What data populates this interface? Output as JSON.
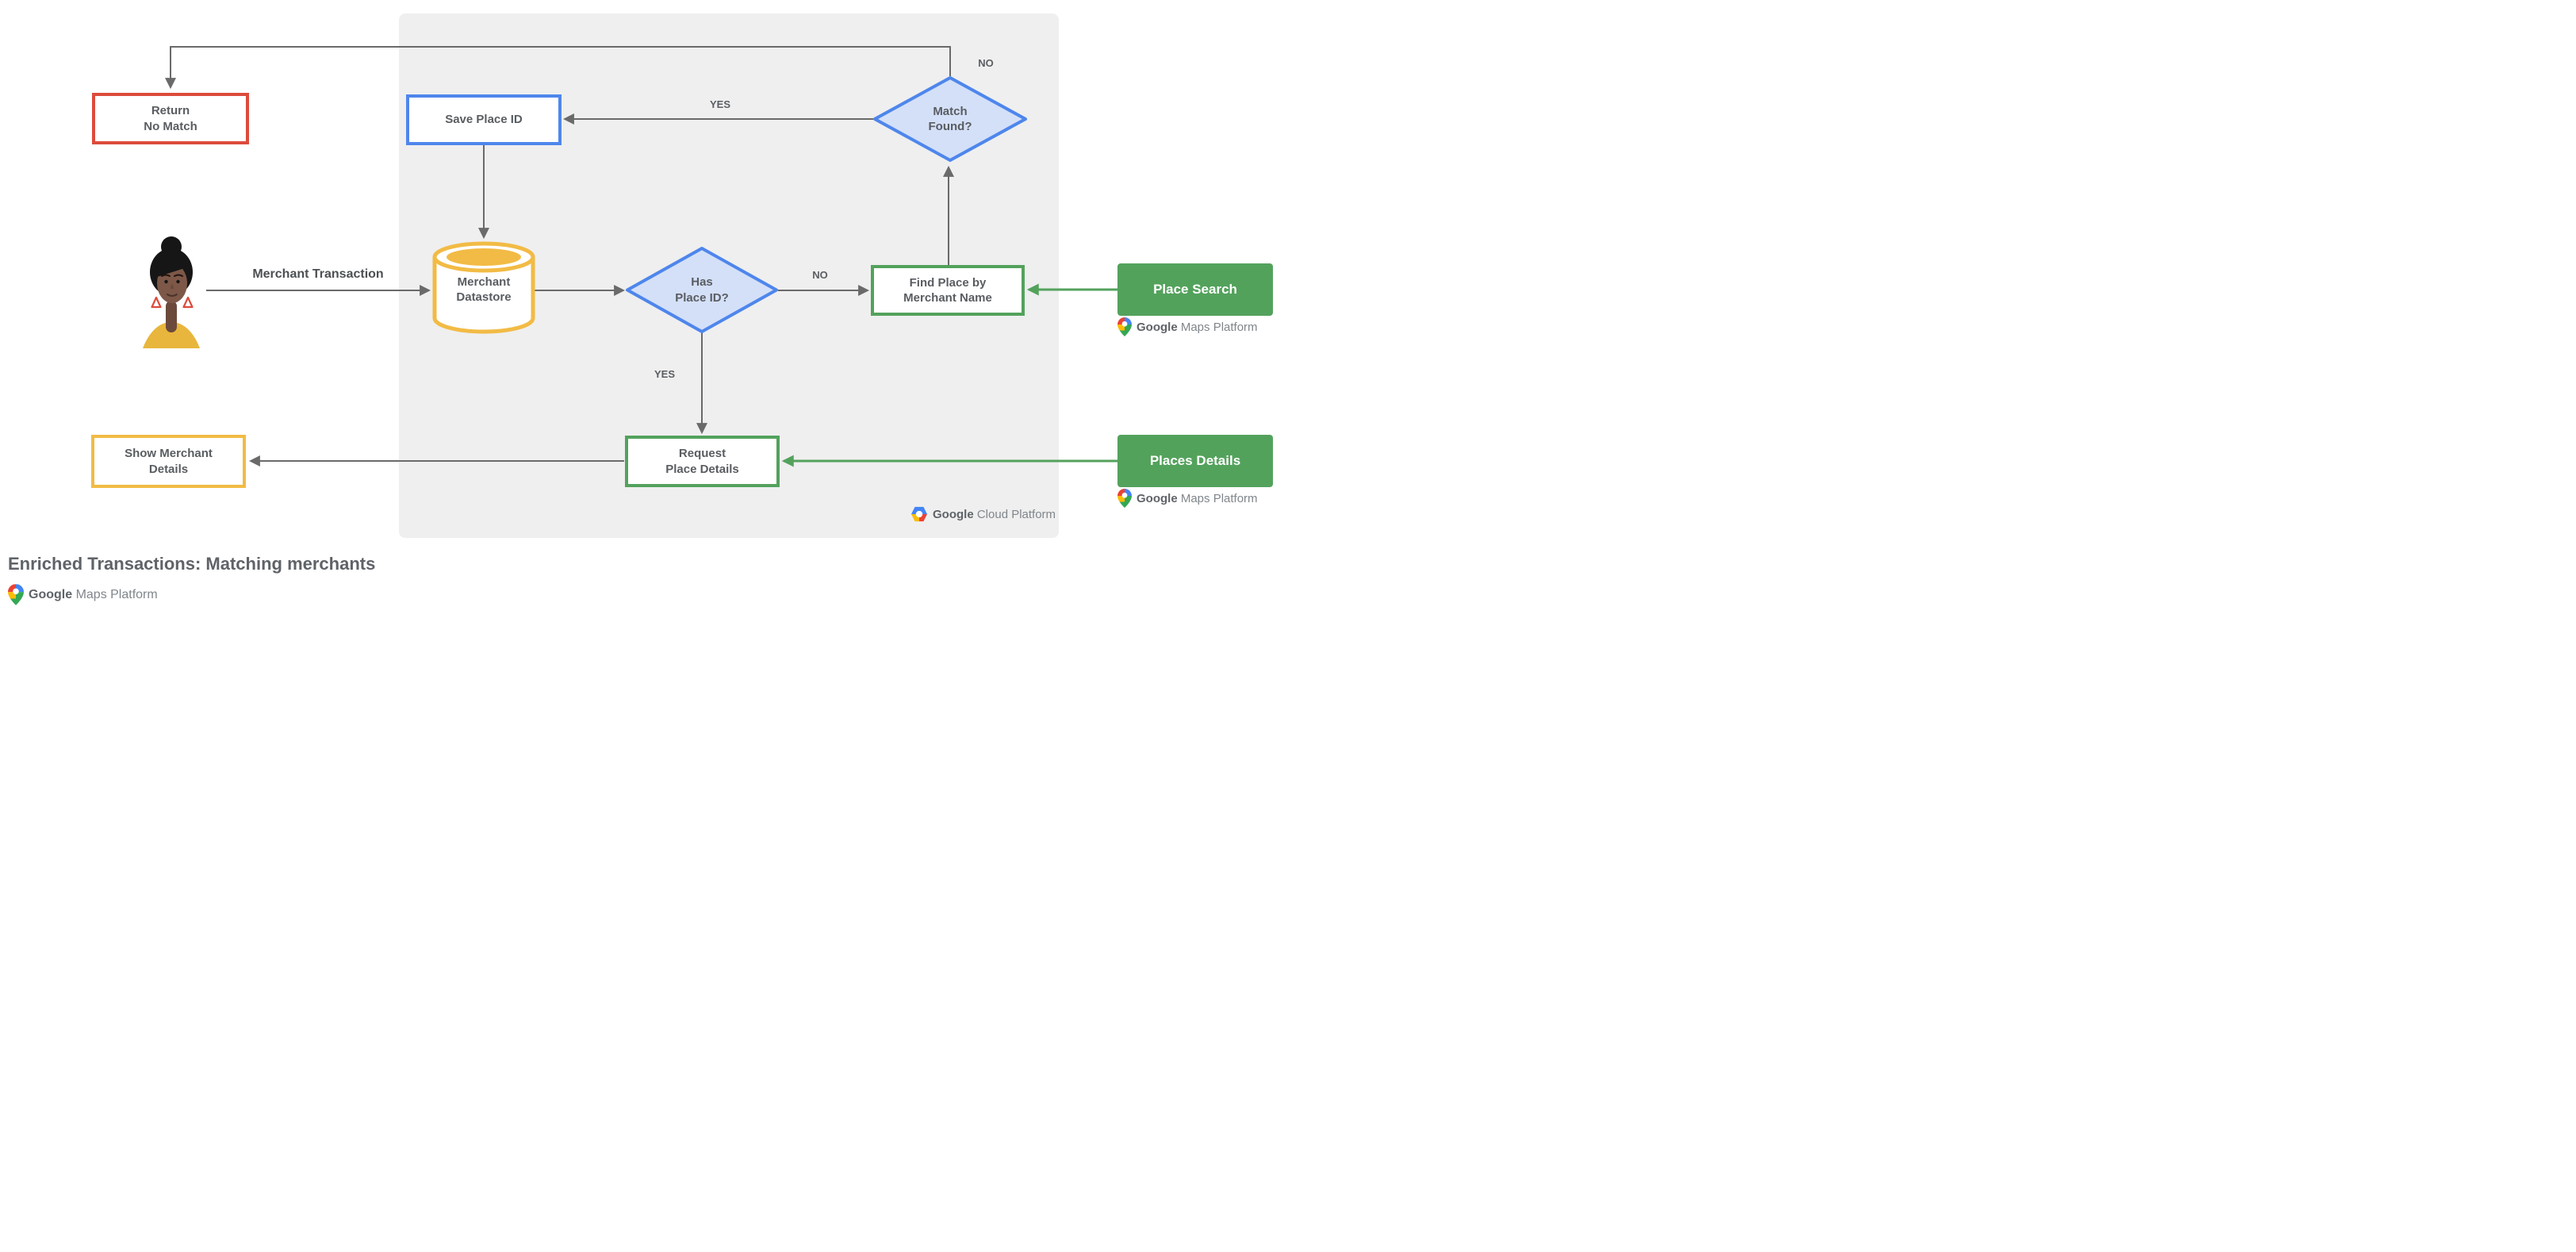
{
  "diagram": {
    "nodes": {
      "return_no_match": {
        "label": "Return\nNo Match"
      },
      "save_place_id": {
        "label": "Save Place ID"
      },
      "match_found": {
        "label": "Match\nFound?"
      },
      "merchant_datastore": {
        "label": "Merchant\nDatastore"
      },
      "has_place_id": {
        "label": "Has\nPlace ID?"
      },
      "find_place": {
        "label": "Find Place by\nMerchant Name"
      },
      "request_place_details": {
        "label": "Request\nPlace Details"
      },
      "show_merchant_details": {
        "label": "Show Merchant\nDetails"
      },
      "place_search": {
        "label": "Place Search"
      },
      "places_details": {
        "label": "Places Details"
      }
    },
    "edge_labels": {
      "match_found_no": "NO",
      "match_found_yes": "YES",
      "has_place_id_no": "NO",
      "has_place_id_yes": "YES"
    },
    "flow_label": "Merchant Transaction"
  },
  "logos": {
    "gmp": {
      "brand": "Google",
      "product": "Maps Platform"
    },
    "gcp": {
      "brand": "Google",
      "product": "Cloud Platform"
    }
  },
  "footer": {
    "title": "Enriched Transactions: Matching merchants"
  },
  "colors": {
    "red": "#dc4b3c",
    "blue": "#4e86ec",
    "blue_fill": "#d4e0f8",
    "yellow": "#f2bb45",
    "green": "#53a25c",
    "panel_gray": "#efefef",
    "arrow_gray": "#6a6a6a",
    "text_gray": "#5f6368"
  }
}
